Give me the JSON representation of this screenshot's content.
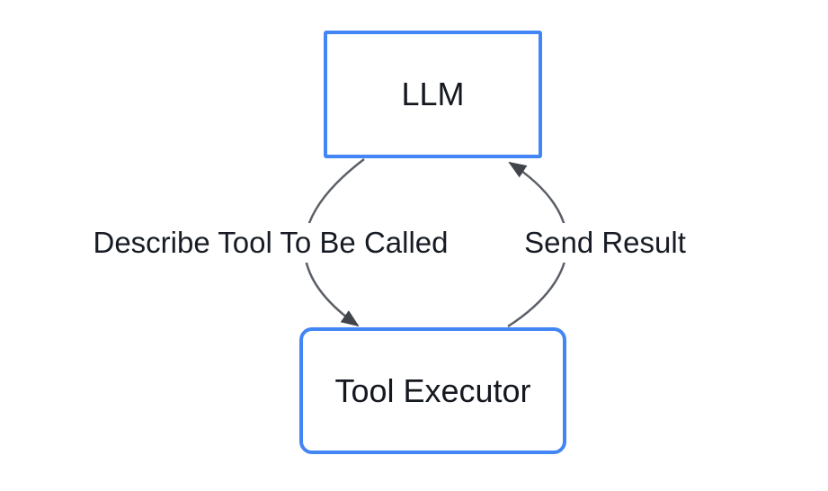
{
  "diagram": {
    "type": "flowchart-cycle",
    "background_color": "#ffffff",
    "node_border_color": "#4285f4",
    "node_fill_color": "#ffffff",
    "edge_color": "#5b6067",
    "arrowhead_color": "#41454b",
    "text_color": "#14181f",
    "nodes": [
      {
        "id": "llm",
        "label": "LLM",
        "shape": "rectangle"
      },
      {
        "id": "tool-executor",
        "label": "Tool Executor",
        "shape": "rounded-rectangle"
      }
    ],
    "edges": [
      {
        "from": "llm",
        "to": "tool-executor",
        "label": "Describe Tool To Be Called",
        "direction": "down"
      },
      {
        "from": "tool-executor",
        "to": "llm",
        "label": "Send Result",
        "direction": "up"
      }
    ]
  }
}
